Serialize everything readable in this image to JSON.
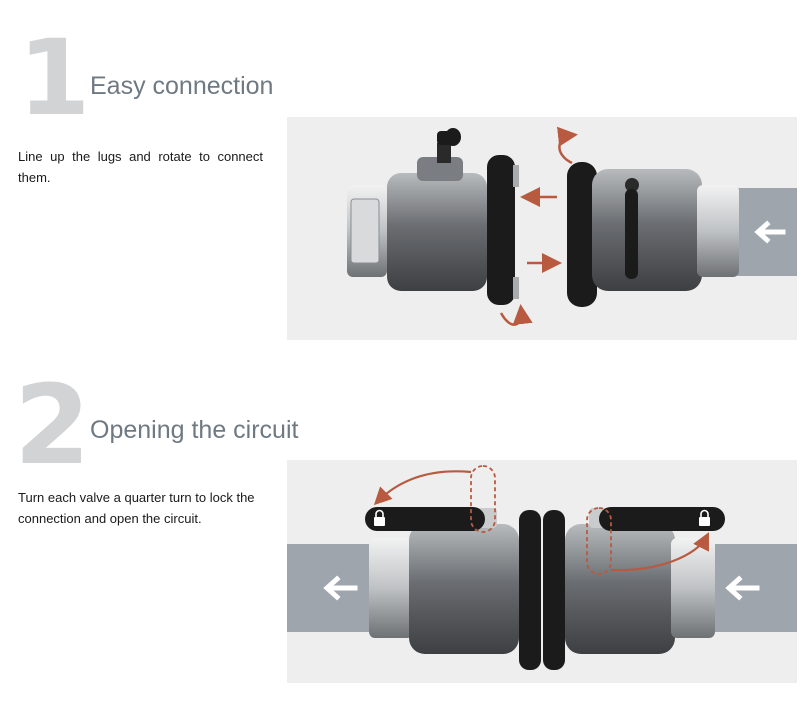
{
  "steps": [
    {
      "number": "1",
      "title": "Easy connection",
      "description": "Line up the lugs and rotate to connect them."
    },
    {
      "number": "2",
      "title": "Opening the circuit",
      "description": "Turn each valve a quarter turn to lock the connection and open the circuit."
    }
  ],
  "colors": {
    "step_number": "#d2d3d5",
    "title": "#6f7982",
    "panel_background": "#eeeeef",
    "pipe": "#9ea5ad",
    "arrow_accent": "#b85a3f",
    "valve_metal": "#6b6e72",
    "ring": "#1b1b1b"
  },
  "icons": {
    "direction": "arrow-left-icon",
    "rotation": "curved-arrow-icon",
    "lock": "padlock-icon"
  }
}
